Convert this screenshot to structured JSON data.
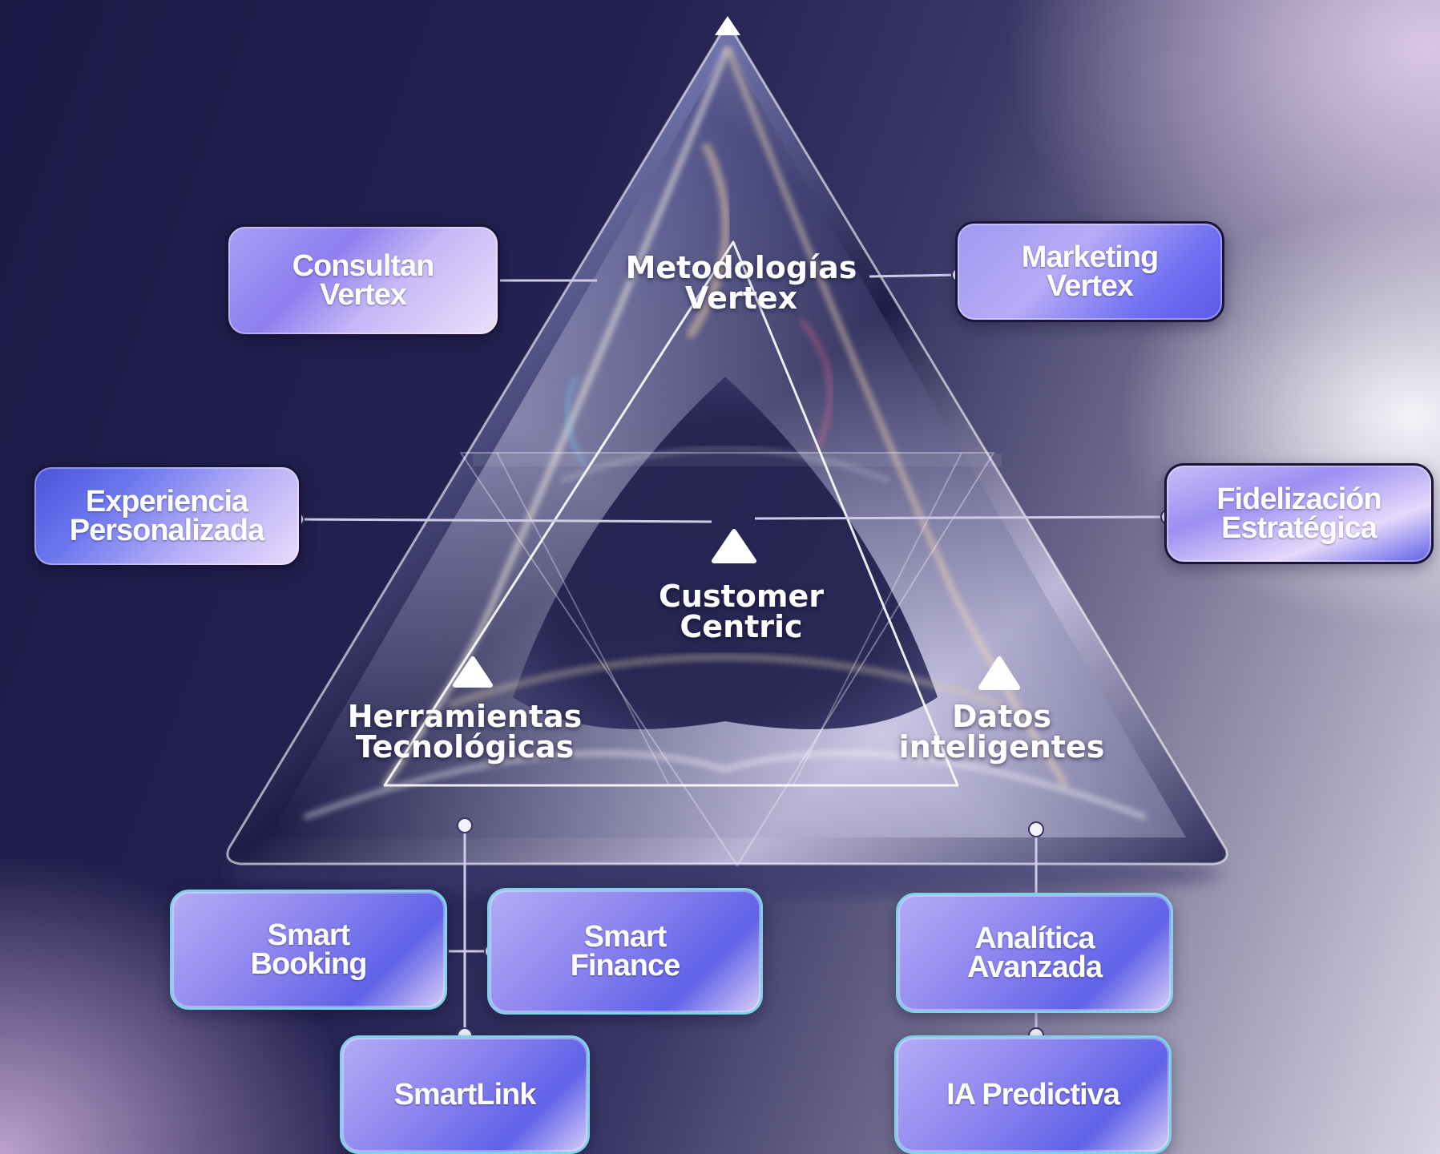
{
  "center": {
    "title": "Customer\nCentric"
  },
  "nodes": {
    "top": "Metodologías\nVertex",
    "left": "Herramientas\nTecnológicas",
    "right": "Datos\ninteligentes"
  },
  "boxes": {
    "consultan": "Consultan\nVertex",
    "marketing": "Marketing\nVertex",
    "experiencia": "Experiencia\nPersonalizada",
    "fidelizacion": "Fidelización\nEstratégica",
    "smart_booking": "Smart\nBooking",
    "smart_finance": "Smart\nFinance",
    "smartlink": "SmartLink",
    "analitica": "Analítica\nAvanzada",
    "ia_predictiva": "IA Predictiva"
  },
  "colors": {
    "accent": "#6a64f0",
    "accent_light": "#e9defb",
    "box_border": "#1a1538",
    "connector": "#cfcbe6",
    "background_dark": "#1b1a47",
    "background_light": "#f3f1f8"
  }
}
